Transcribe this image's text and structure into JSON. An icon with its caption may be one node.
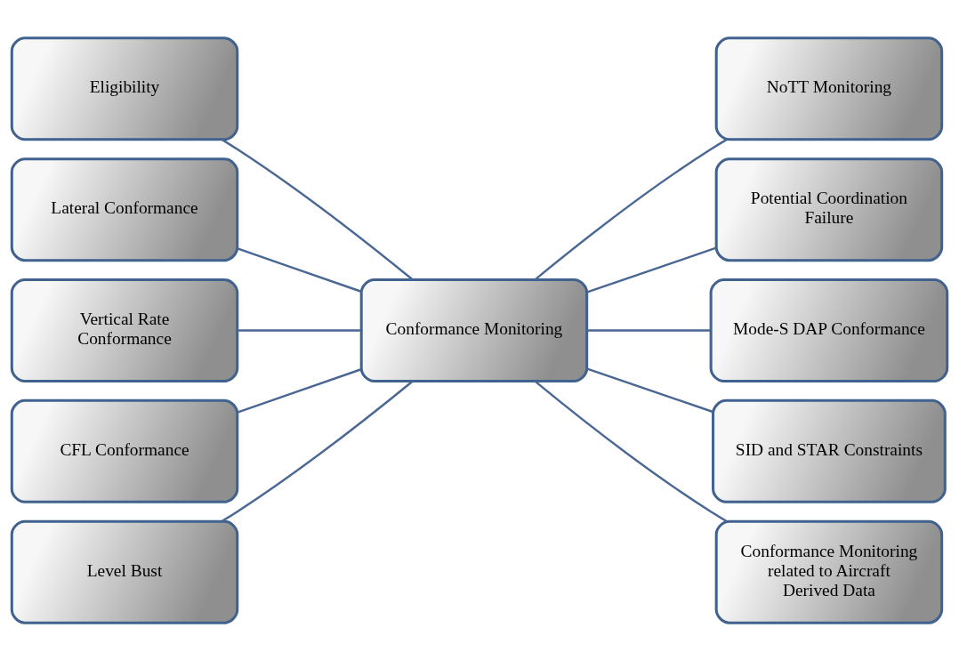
{
  "diagram": {
    "nodes": [
      {
        "text": [
          "Eligibility"
        ]
      },
      {
        "text": [
          "Lateral Conformance"
        ]
      },
      {
        "text": [
          "Vertical Rate Conformance"
        ]
      },
      {
        "text": [
          "CFL Conformance"
        ]
      },
      {
        "text": [
          "Level Bust"
        ]
      },
      {
        "text": [
          "Conformance Monitoring"
        ]
      },
      {
        "text": [
          "NoTT Monitoring"
        ]
      },
      {
        "text": [
          "Potential Coordination Failure"
        ]
      },
      {
        "text": [
          "Mode-S DAP Conformance"
        ]
      },
      {
        "text": [
          "SID and STAR Constraints"
        ]
      },
      {
        "text": [
          "Conformance Monitoring related to Aircraft Derived Data"
        ]
      }
    ],
    "edges": [
      {
        "from": 0,
        "to": 5,
        "arrow": "none"
      },
      {
        "from": 1,
        "to": 5,
        "arrow": "none"
      },
      {
        "from": 2,
        "to": 5,
        "arrow": "none"
      },
      {
        "from": 3,
        "to": 5,
        "arrow": "none"
      },
      {
        "from": 4,
        "to": 5,
        "arrow": "none"
      },
      {
        "from": 5,
        "to": 6,
        "arrow": "none"
      },
      {
        "from": 5,
        "to": 7,
        "arrow": "none"
      },
      {
        "from": 5,
        "to": 8,
        "arrow": "none"
      },
      {
        "from": 5,
        "to": 9,
        "arrow": "none"
      },
      {
        "from": 5,
        "to": 10,
        "arrow": "none"
      }
    ]
  }
}
